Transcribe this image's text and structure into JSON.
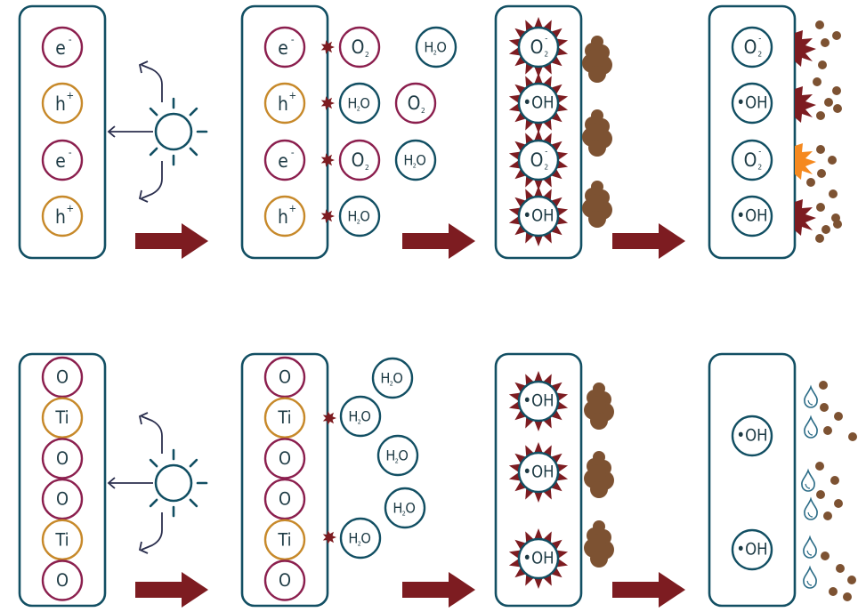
{
  "colors": {
    "panel_stroke": "#124f63",
    "electron": "#8b1f4e",
    "hole": "#c7892a",
    "star": "#7d1c21",
    "star_orange": "#f5891f",
    "dirt": "#7d5232",
    "water": "#2a6b86",
    "arrow": "#7d1c21"
  },
  "labels": {
    "electron_base": "e",
    "electron_sup": "-",
    "hole_base": "h",
    "hole_sup": "+",
    "oxygen": "O",
    "oxygen_sub": "2",
    "superoxide_base": "O",
    "superoxide_sup": "-",
    "superoxide_sub": "2",
    "water_h": "H",
    "water_sub": "2",
    "water_o": "O",
    "hydroxyl": "•OH",
    "titanium": "Ti",
    "oxide": "O"
  },
  "icons": [
    "sun-icon",
    "arrow-right-icon",
    "burst-icon",
    "dirt-blob-icon",
    "water-drop-icon"
  ]
}
